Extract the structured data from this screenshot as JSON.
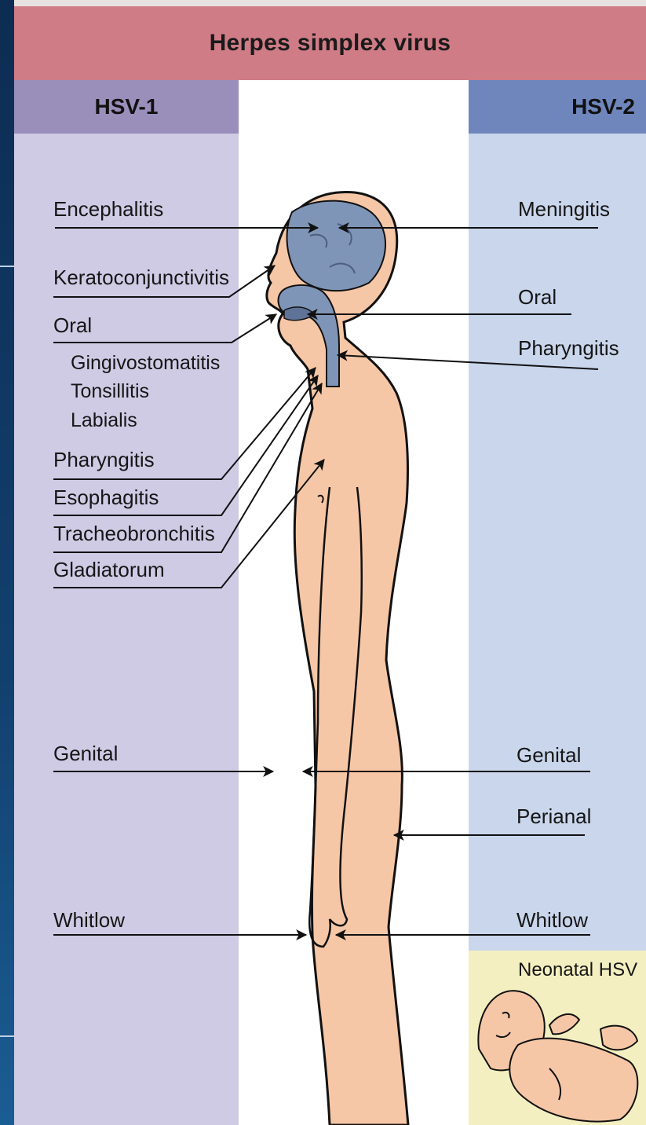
{
  "title": "Herpes simplex virus",
  "columns": {
    "left": "HSV-1",
    "right": "HSV-2"
  },
  "hsv1_labels": {
    "encephalitis": "Encephalitis",
    "keratoconjunctivitis": "Keratoconjunctivitis",
    "oral": "Oral",
    "gingivostomatitis": "Gingivostomatitis",
    "tonsillitis": "Tonsillitis",
    "labialis": "Labialis",
    "pharyngitis": "Pharyngitis",
    "esophagitis": "Esophagitis",
    "tracheobronchitis": "Tracheobronchitis",
    "gladiatorum": "Gladiatorum",
    "genital": "Genital",
    "whitlow": "Whitlow"
  },
  "hsv2_labels": {
    "meningitis": "Meningitis",
    "oral": "Oral",
    "pharyngitis": "Pharyngitis",
    "genital": "Genital",
    "perianal": "Perianal",
    "whitlow": "Whitlow",
    "neonatal": "Neonatal HSV"
  },
  "colors": {
    "banner": "#cf7c86",
    "hsv1_header": "#9a8fbb",
    "hsv1_panel": "#cfcbe5",
    "hsv2_header": "#6f86bd",
    "hsv2_panel": "#c9d6ec",
    "body_fill": "#f6c7a6",
    "organ_fill": "#7f95b7",
    "neonatal_panel": "#f4efc1"
  }
}
